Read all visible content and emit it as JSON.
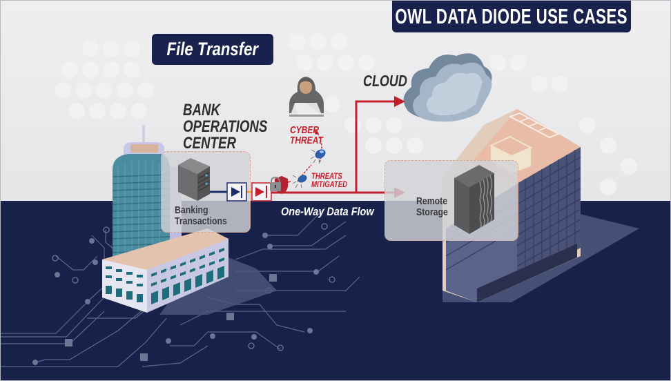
{
  "header": {
    "title": "OWL DATA DIODE USE CASES",
    "subtitle": "File Transfer"
  },
  "diagram": {
    "source": {
      "heading_lines": [
        "BANK",
        "OPERATIONS",
        "CENTER"
      ],
      "panel_lines": [
        "Banking",
        "Transactions"
      ],
      "icon": "server-rack-icon"
    },
    "cloud": {
      "label": "CLOUD",
      "icon": "cloud-icon"
    },
    "threat": {
      "label_lines": [
        "CYBER",
        "THREAT"
      ],
      "icon": "hooded-hacker-icon"
    },
    "mitigation": {
      "label_lines": [
        "THREATS",
        "MITIGATED"
      ],
      "icon": "virus-bug-icon",
      "shield_icon": "shield-lock-icon"
    },
    "flow": {
      "label": "One-Way Data Flow",
      "send_diode_icon": "diode-send-icon",
      "receive_diode_icon": "diode-receive-icon"
    },
    "destination": {
      "panel_lines": [
        "Remote",
        "Storage"
      ],
      "icon": "storage-array-icon"
    }
  },
  "colors": {
    "navy": "#19224c",
    "flow_red": "#c41e2b",
    "source_blue": "#1f2f6e",
    "background_light": "#ebebed"
  }
}
